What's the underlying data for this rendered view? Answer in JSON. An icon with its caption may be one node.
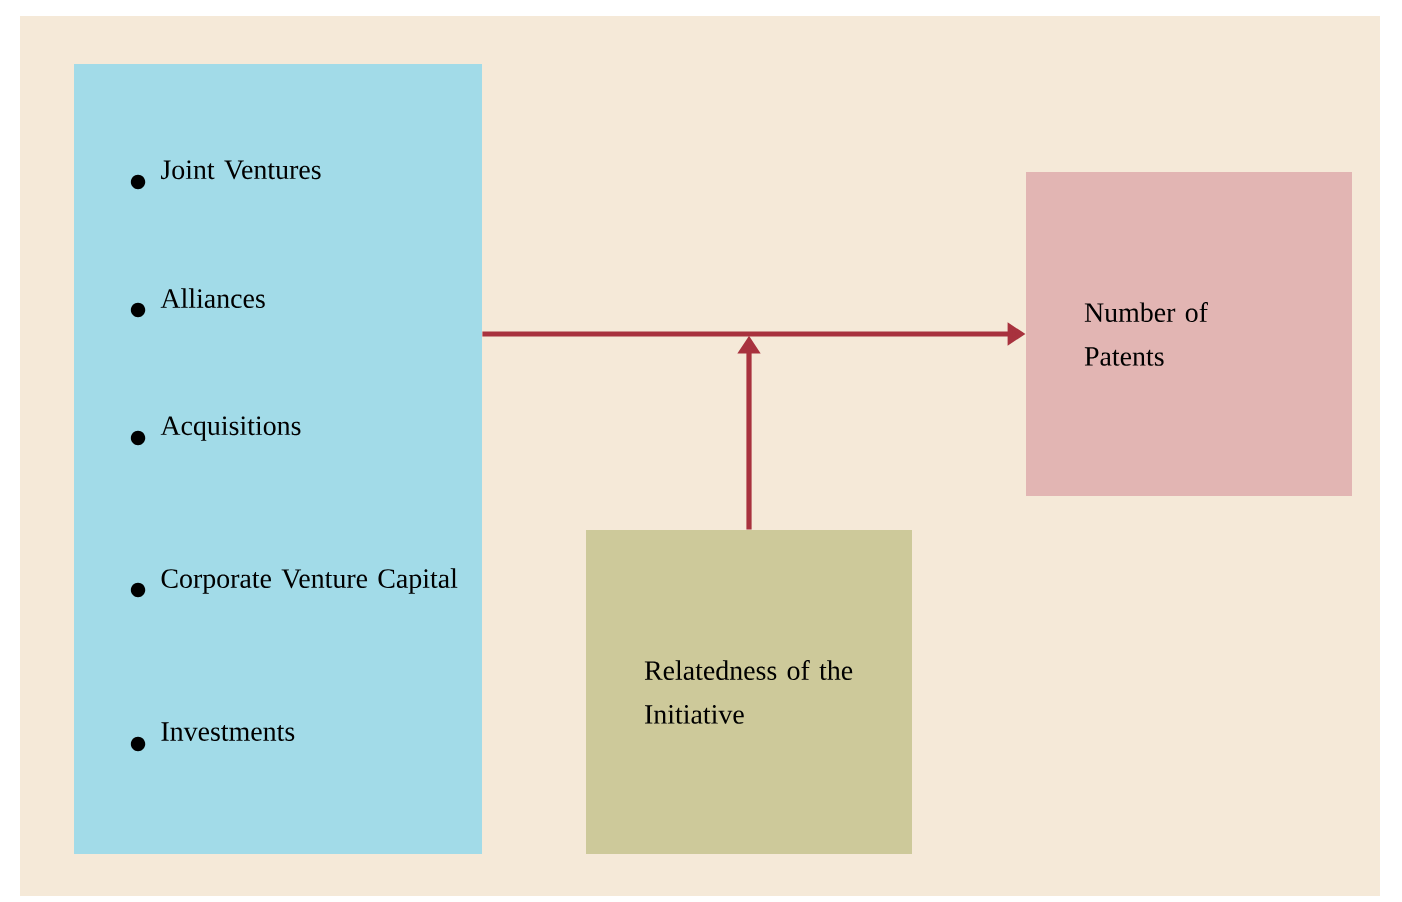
{
  "diagram": {
    "nodes": [
      {
        "text": [
          "Joint Ventures",
          "Alliances",
          "Acquisitions",
          "Corporate Venture Capital",
          "Investments"
        ]
      },
      {
        "text": [
          "Number of Patents"
        ]
      },
      {
        "text": [
          "Relatedness of the Initiative"
        ]
      }
    ],
    "edges": [
      {
        "from": 0,
        "to": 1,
        "arrow": "to"
      },
      {
        "from": 2,
        "to": null,
        "arrow": "to"
      }
    ]
  }
}
